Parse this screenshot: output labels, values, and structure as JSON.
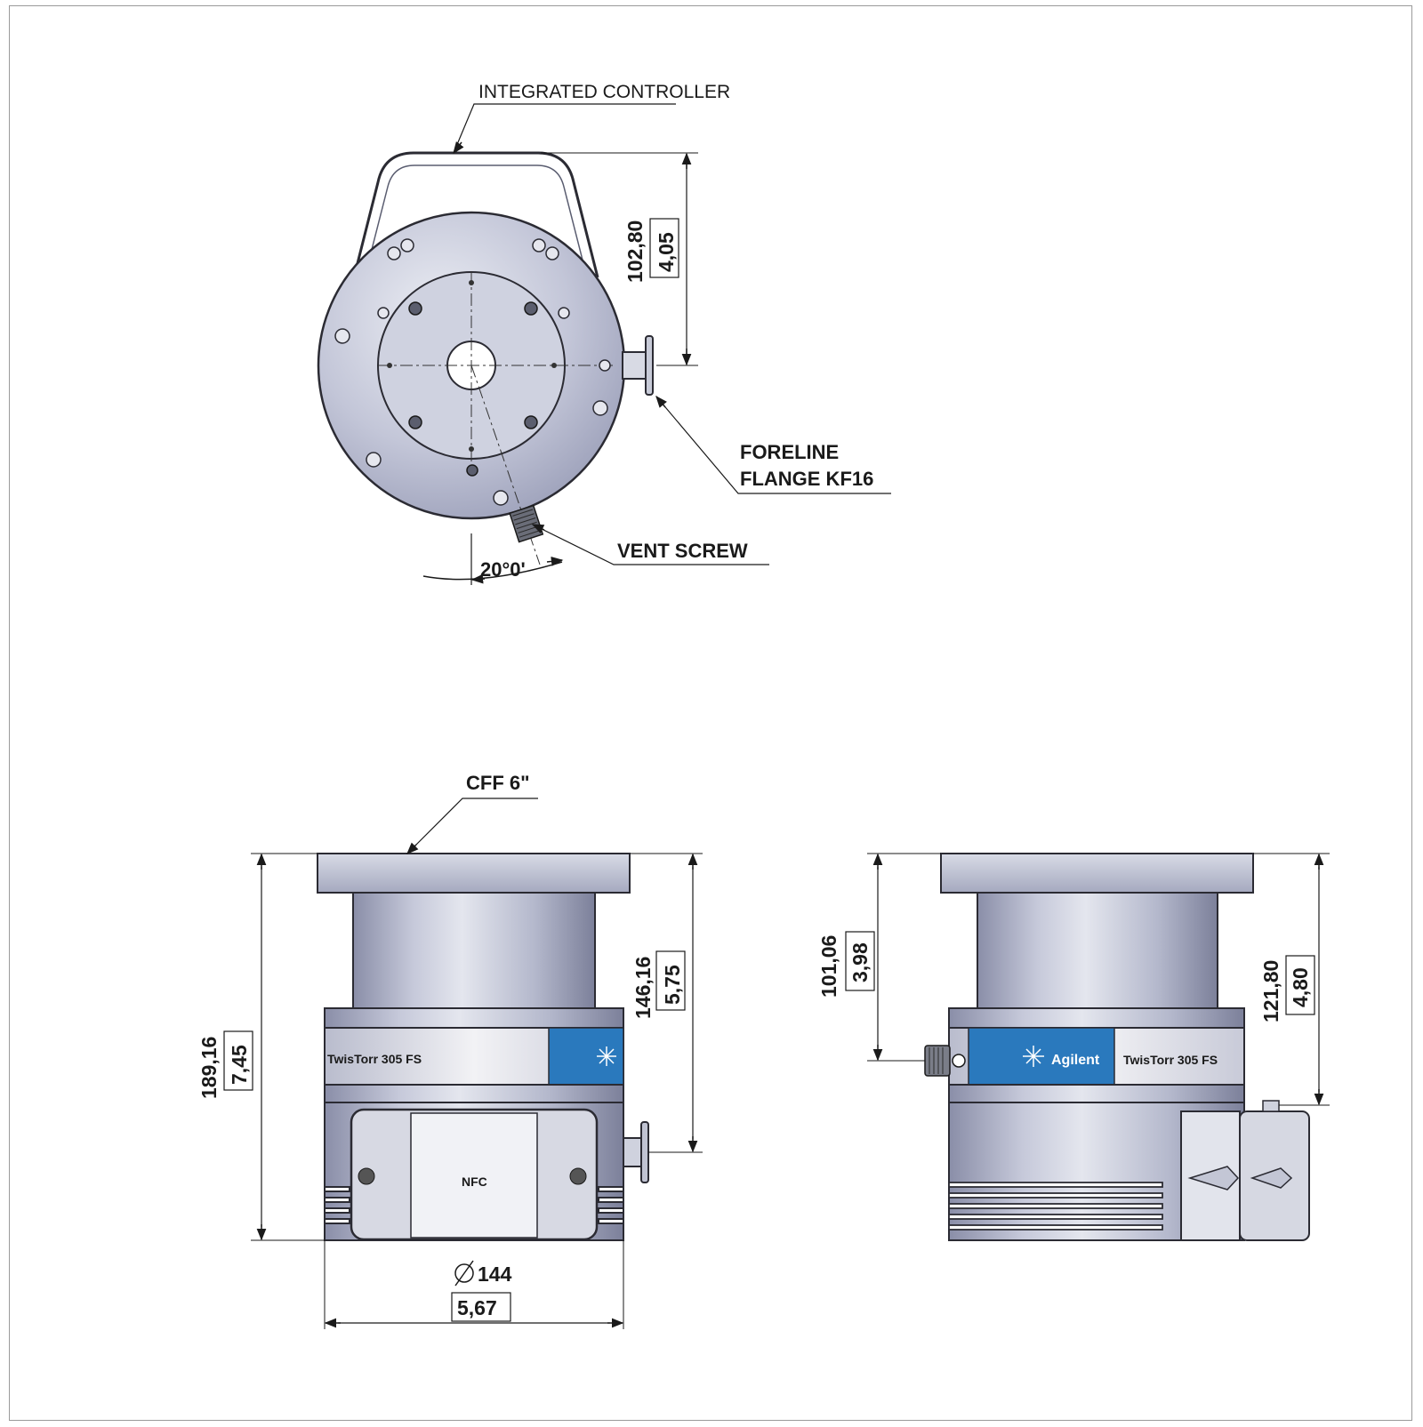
{
  "labels": {
    "integrated_controller": "INTEGRATED CONTROLLER",
    "foreline_line1": "FORELINE",
    "foreline_line2": "FLANGE KF16",
    "vent_screw": "VENT SCREW",
    "angle": "20°0'",
    "cff": "CFF 6\""
  },
  "dimensions": {
    "top_height_mm": "102,80",
    "top_height_in": "4,05",
    "front_total_mm": "189,16",
    "front_total_in": "7,45",
    "front_flange_mm": "146,16",
    "front_flange_in": "5,75",
    "diameter_mm": "144",
    "diameter_in": "5,67",
    "side_left_mm": "101,06",
    "side_left_in": "3,98",
    "side_right_mm": "121,80",
    "side_right_in": "4,80"
  },
  "product": {
    "brand": "Agilent",
    "model_front": "TwisTorr 305 FS",
    "model_side": "TwisTorr 305 FS",
    "nfc": "NFC"
  },
  "colors": {
    "body_light": "#dfe1ea",
    "body_mid": "#aeb2c8",
    "body_dark": "#80849e",
    "label_blue": "#2a79bd",
    "outline": "#2b2b33"
  }
}
